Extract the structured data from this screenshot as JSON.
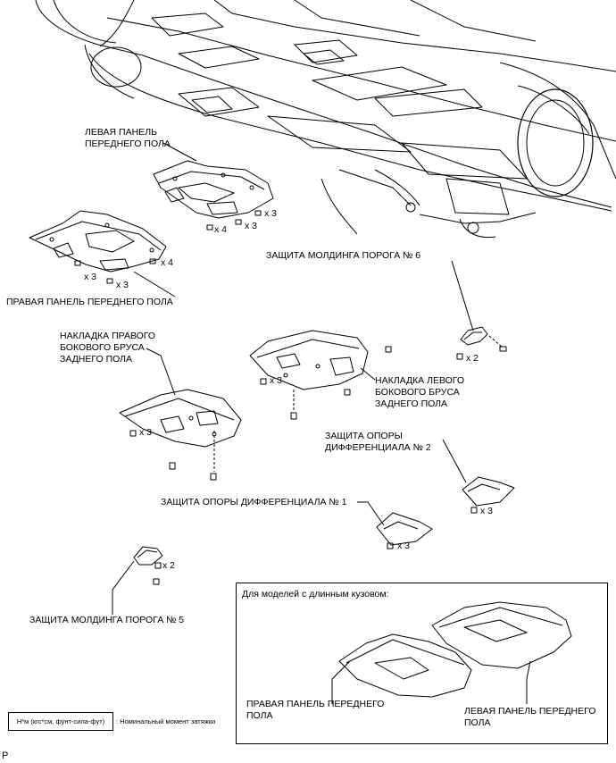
{
  "labels": {
    "left_front_floor_panel": "ЛЕВАЯ ПАНЕЛЬ\nПЕРЕДНЕГО ПОЛА",
    "right_front_floor_panel": "ПРАВАЯ ПАНЕЛЬ ПЕРЕДНЕГО ПОЛА",
    "sill_molding_guard_6": "ЗАЩИТА МОЛДИНГА ПОРОГА № 6",
    "right_rear_floor_side_member_cover": "НАКЛАДКА ПРАВОГО\nБОКОВОГО БРУСА\nЗАДНЕГО ПОЛА",
    "left_rear_floor_side_member_cover": "НАКЛАДКА ЛЕВОГО\nБОКОВОГО БРУСА\nЗАДНЕГО ПОЛА",
    "diff_support_guard_2": "ЗАЩИТА ОПОРЫ\nДИФФЕРЕНЦИАЛА № 2",
    "diff_support_guard_1": "ЗАЩИТА ОПОРЫ ДИФФЕРЕНЦИАЛА № 1",
    "sill_molding_guard_5": "ЗАЩИТА МОЛДИНГА ПОРОГА № 5"
  },
  "quantities": {
    "lf_x4": "x 4",
    "lf_x3a": "x 3",
    "lf_x3b": "x 3",
    "rf_x4": "x 4",
    "rf_x3a": "x 3",
    "rf_x3b": "x 3",
    "g6_x2": "x 2",
    "lr_x3": "x 3",
    "rr_x3": "x 3",
    "d2_x3": "x 3",
    "d1_x3": "x 3",
    "g5_x2": "x 2"
  },
  "inset": {
    "title": "Для моделей с длинным кузовом:",
    "right_panel": "ПРАВАЯ ПАНЕЛЬ ПЕРЕДНЕГО\nПОЛА",
    "left_panel": "ЛЕВАЯ ПАНЕЛЬ ПЕРЕДНЕГО\nПОЛА"
  },
  "legend": {
    "unit_box": "Н*м (кгс*см, фунт-сила-фут)",
    "description": ": Номинальный момент затяжки"
  },
  "corner_code": "P"
}
